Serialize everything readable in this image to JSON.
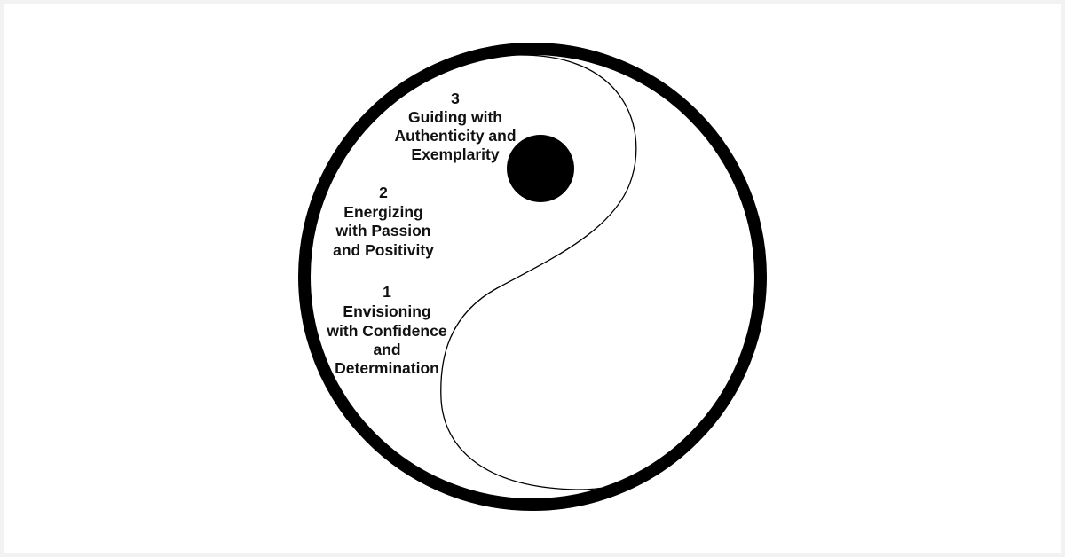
{
  "diagram": {
    "stages": [
      {
        "number": "3",
        "lines": [
          "Guiding with",
          "Authenticity and",
          "Exemplarity"
        ]
      },
      {
        "number": "2",
        "lines": [
          "Energizing",
          "with Passion",
          "and Positivity"
        ]
      },
      {
        "number": "1",
        "lines": [
          "Envisioning",
          "with Confidence",
          "and",
          "Determination"
        ]
      }
    ],
    "colors": {
      "stroke": "#000000",
      "fill": "#ffffff",
      "text": "#111111"
    }
  }
}
